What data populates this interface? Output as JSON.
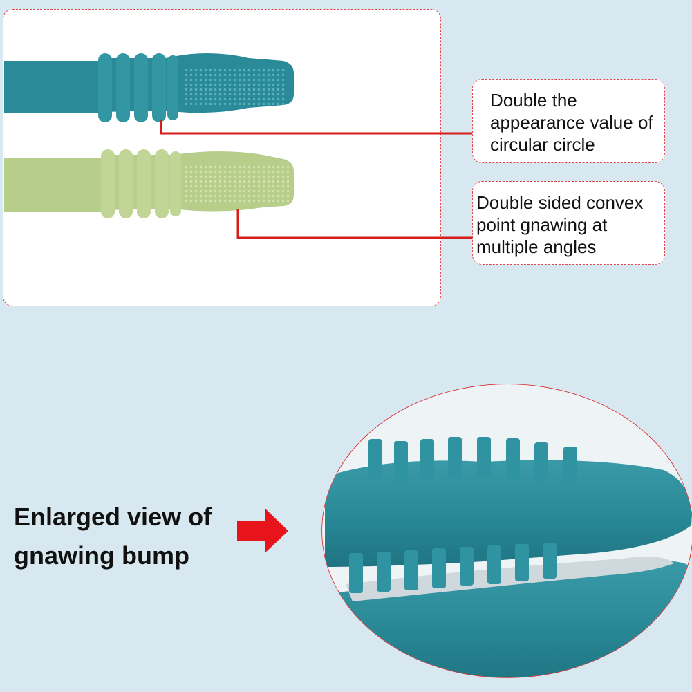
{
  "callouts": {
    "circular_rings": "Double the appearance value of circular circle",
    "convex_points": "Double sided convex point gnawing at multiple angles"
  },
  "enlarged_label": "Enlarged view of gnawing bump",
  "colors": {
    "background": "#d7e8f1",
    "teal_silicone": "#2a8a98",
    "green_silicone": "#b7ce8b",
    "leader_line": "#d71c1c",
    "dashed_border": "#e2434b",
    "arrow": "#e8141b"
  },
  "icons": {
    "pointer_arrow": "right-arrow-icon"
  }
}
